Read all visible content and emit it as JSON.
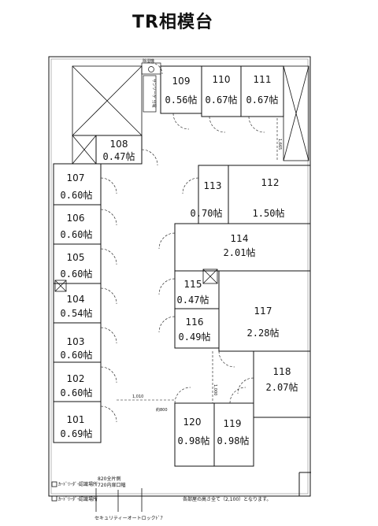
{
  "title": "TR相模台",
  "rooms": [
    {
      "id": "room-109",
      "number": "109",
      "size": "0.56帖"
    },
    {
      "id": "room-110",
      "number": "110",
      "size": "0.67帖"
    },
    {
      "id": "room-111",
      "number": "111",
      "size": "0.67帖"
    },
    {
      "id": "room-108",
      "number": "108",
      "size": "0.47帖"
    },
    {
      "id": "room-107",
      "number": "107",
      "size": "0.60帖"
    },
    {
      "id": "room-106",
      "number": "106",
      "size": "0.60帖"
    },
    {
      "id": "room-105",
      "number": "105",
      "size": "0.60帖"
    },
    {
      "id": "room-104",
      "number": "104",
      "size": "0.54帖"
    },
    {
      "id": "room-103",
      "number": "103",
      "size": "0.60帖"
    },
    {
      "id": "room-102",
      "number": "102",
      "size": "0.60帖"
    },
    {
      "id": "room-101",
      "number": "101",
      "size": "0.69帖"
    },
    {
      "id": "room-113",
      "number": "113",
      "size": "0.70帖"
    },
    {
      "id": "room-112",
      "number": "112",
      "size": "1.50帖"
    },
    {
      "id": "room-114",
      "number": "114",
      "size": "2.01帖"
    },
    {
      "id": "room-115",
      "number": "115",
      "size": "0.47帖"
    },
    {
      "id": "room-116",
      "number": "116",
      "size": "0.49帖"
    },
    {
      "id": "room-117",
      "number": "117",
      "size": "2.28帖"
    },
    {
      "id": "room-118",
      "number": "118",
      "size": "2.07帖"
    },
    {
      "id": "room-120",
      "number": "120",
      "size": "0.98帖"
    },
    {
      "id": "room-119",
      "number": "119",
      "size": "0.98帖"
    }
  ],
  "labels": {
    "dehumidifier": "除湿機",
    "sunboard": "サンソーゲ 分電",
    "dim_1010": "1,010",
    "dim_800": "約800",
    "dim_1000": "1,000",
    "dim_1665": "1,665",
    "card_reader_1": "ｶｰﾄﾞﾘｰﾀﾞｰ",
    "auth_place_1": "認識場所",
    "card_reader_2": "ｶｰﾄﾞﾘｰﾀﾞｰ",
    "auth_place_2": "認識場所",
    "door_note_1": "820全片側",
    "door_note_2": "720内扉口幅",
    "security_lock": "セキュリティーオートロックﾄﾞｱ",
    "ceiling_note": "各部屋の高さ全て（2,100）となります。"
  }
}
